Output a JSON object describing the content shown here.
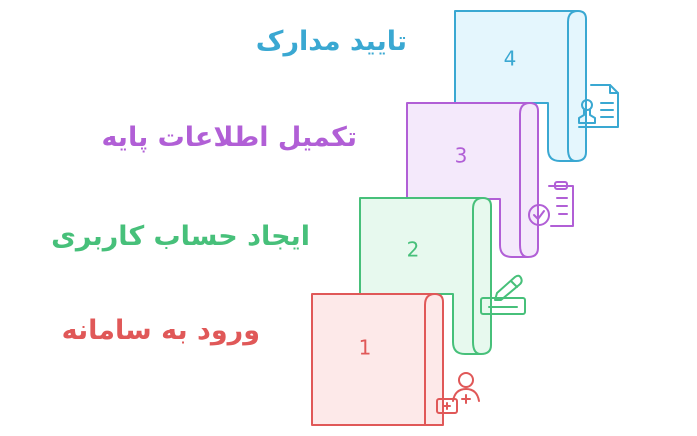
{
  "steps": [
    {
      "number": "1",
      "label": "ورود به سامانه",
      "color": "#e05858",
      "fill": "#fde9e9",
      "icon": "user-add-icon"
    },
    {
      "number": "2",
      "label": "ایجاد حساب کاربری",
      "color": "#47c07a",
      "fill": "#e7f9ee",
      "icon": "pen-signature-icon"
    },
    {
      "number": "3",
      "label": "تکمیل اطلاعات پایه",
      "color": "#b15fd6",
      "fill": "#f4e9fb",
      "icon": "clipboard-check-icon"
    },
    {
      "number": "4",
      "label": "تایید مدارک",
      "color": "#3aa8d2",
      "fill": "#e4f6fd",
      "icon": "document-stamp-icon"
    }
  ]
}
